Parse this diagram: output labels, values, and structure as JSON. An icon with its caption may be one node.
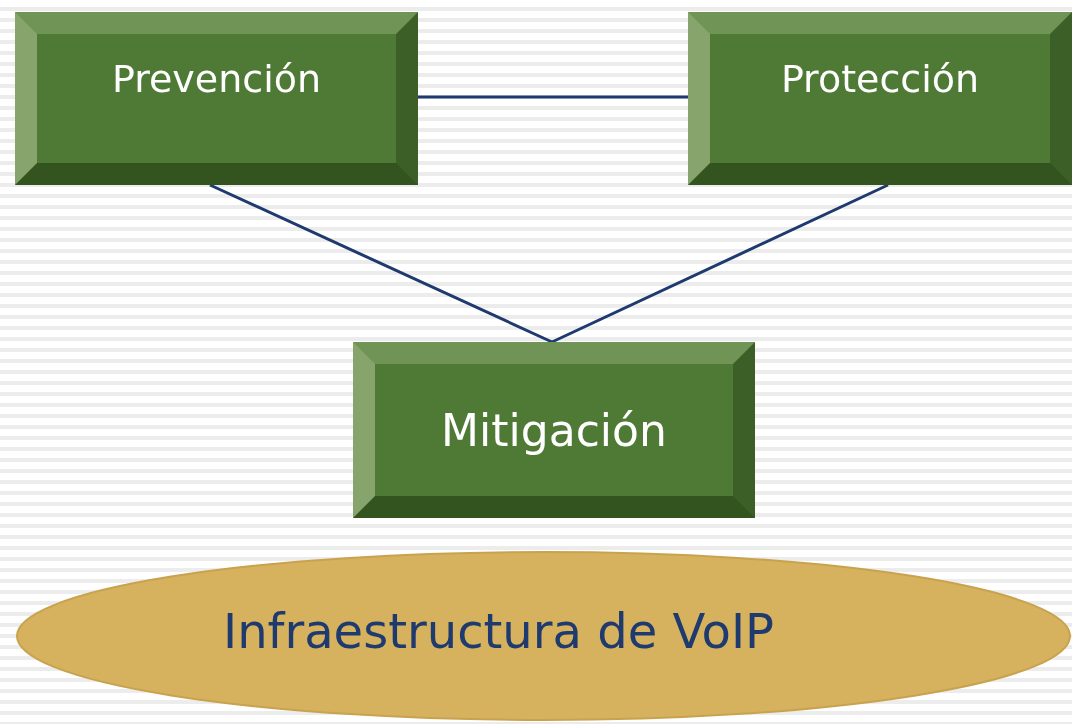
{
  "diagram": {
    "nodes": [
      {
        "text": [
          "Prevención"
        ]
      },
      {
        "text": [
          "Protección"
        ]
      },
      {
        "text": [
          "Mitigación"
        ]
      },
      {
        "text": [
          "Infraestructura de VoIP"
        ]
      }
    ],
    "edges": [
      {
        "from": 0,
        "to": 1,
        "arrow": "none"
      },
      {
        "from": 0,
        "to": 2,
        "arrow": "none"
      },
      {
        "from": 1,
        "to": 2,
        "arrow": "none"
      }
    ]
  }
}
